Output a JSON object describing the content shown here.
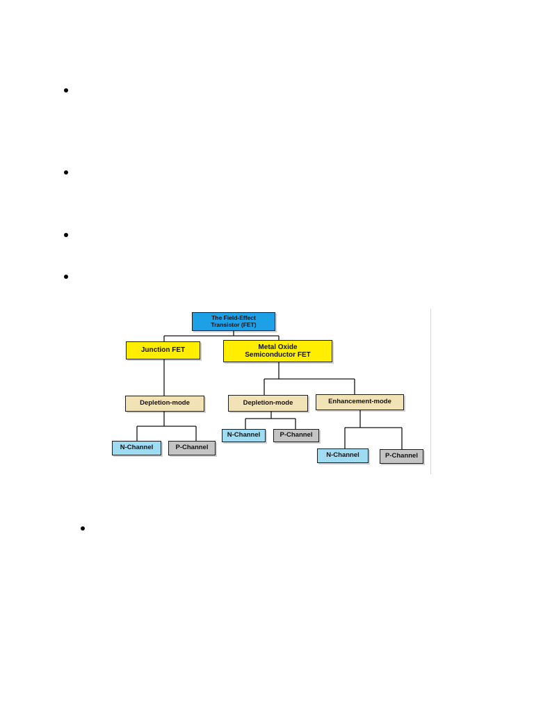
{
  "diagram": {
    "root": {
      "label_line1": "The Field-Effect",
      "label_line2": "Transistor (FET)"
    },
    "junction": {
      "label": "Junction FET"
    },
    "mosfet": {
      "label_line1": "Metal Oxide",
      "label_line2": "Semiconductor FET"
    },
    "jfet_depletion": {
      "label": "Depletion-mode"
    },
    "jfet_n": {
      "label": "N-Channel"
    },
    "jfet_p": {
      "label": "P-Channel"
    },
    "mos_depletion": {
      "label": "Depletion-mode"
    },
    "mos_dep_n": {
      "label": "N-Channel"
    },
    "mos_dep_p": {
      "label": "P-Channel"
    },
    "mos_enhancement": {
      "label": "Enhancement-mode"
    },
    "mos_enh_n": {
      "label": "N-Channel"
    },
    "mos_enh_p": {
      "label": "P-Channel"
    }
  },
  "colors": {
    "root": "#1ea0e6",
    "level1": "#ffee00",
    "mode": "#f2e3b6",
    "n_channel": "#9fdcf2",
    "p_channel": "#c4c4c4"
  }
}
